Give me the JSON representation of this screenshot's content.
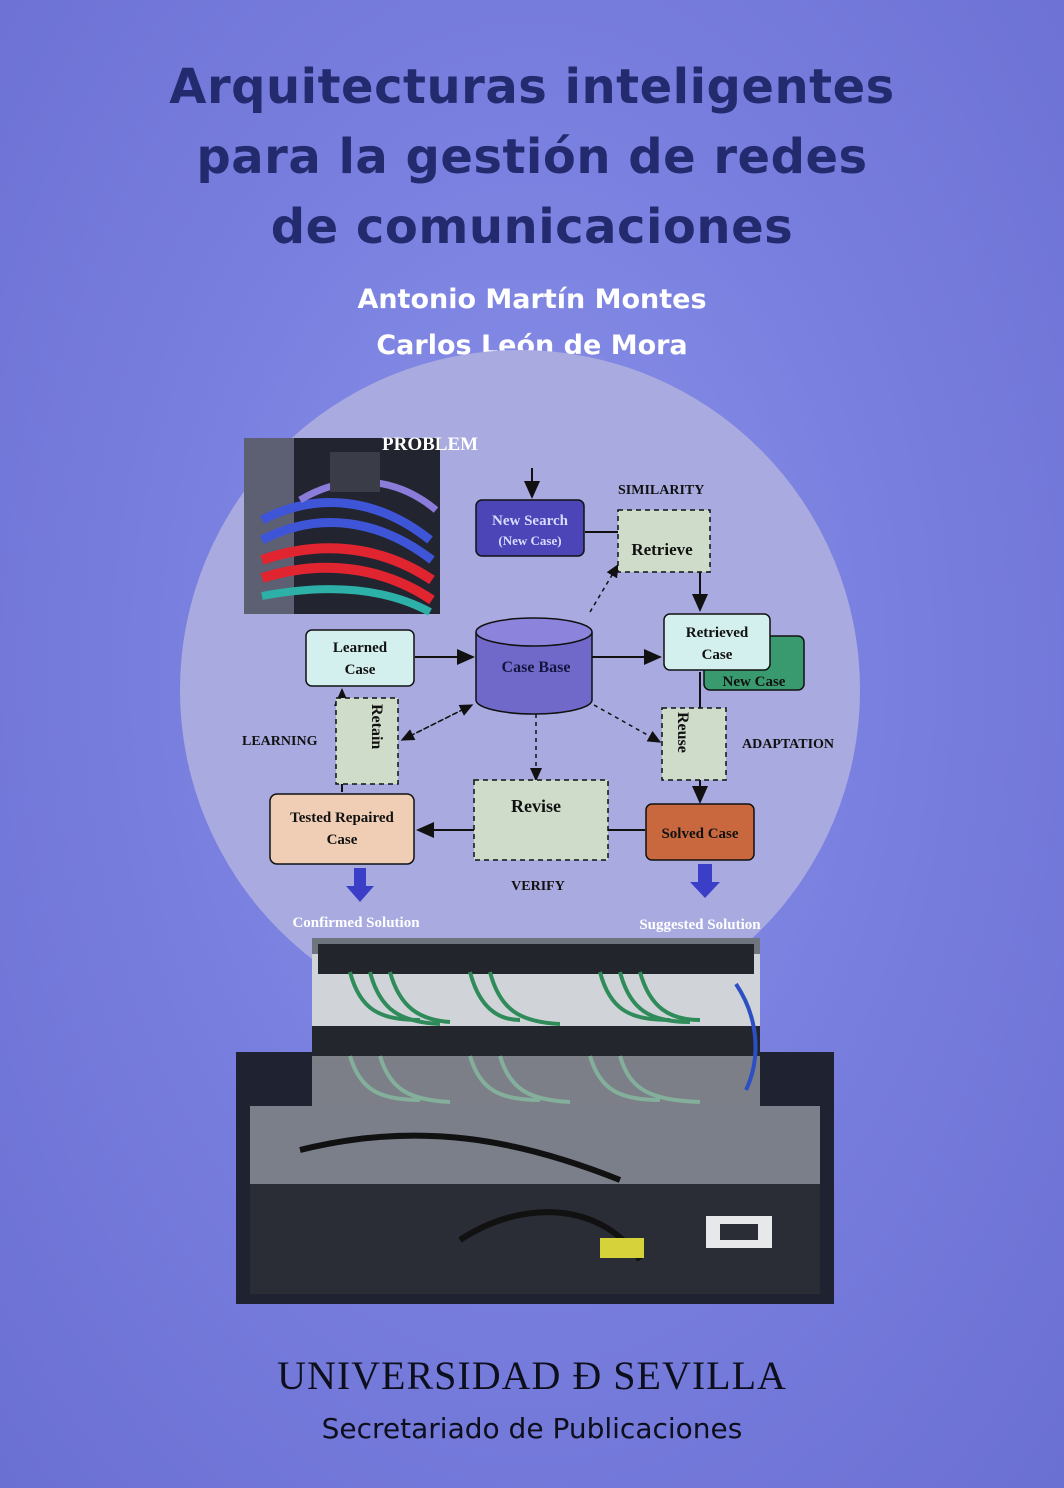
{
  "cover": {
    "title_lines": [
      "Arquitecturas inteligentes",
      "para la gestión de redes",
      "de comunicaciones"
    ],
    "authors": [
      "Antonio Martín Montes",
      "Carlos León de Mora"
    ],
    "publisher_logo": "UNIVERSIDAD Ð SEVILLA",
    "publisher_unit": "Secretariado de Publicaciones"
  },
  "diagram": {
    "problem": "PROBLEM",
    "similarity": "SIMILARITY",
    "new_search": "New Search",
    "new_case_paren": "(New Case)",
    "retrieve": "Retrieve",
    "learned_case_1": "Learned",
    "learned_case_2": "Case",
    "case_base": "Case Base",
    "retrieved_case_1": "Retrieved",
    "retrieved_case_2": "Case",
    "new_case": "New Case",
    "learning": "LEARNING",
    "retain": "Retain",
    "reuse": "Reuse",
    "adaptation": "ADAPTATION",
    "revise": "Revise",
    "tested_repaired_1": "Tested Repaired",
    "tested_repaired_2": "Case",
    "solved_case": "Solved Case",
    "verify": "VERIFY",
    "confirmed_solution": "Confirmed Solution",
    "suggested_solution": "Suggested Solution"
  },
  "colors": {
    "background": "#7a80df",
    "title": "#232a6e",
    "author": "#ffffff",
    "disc": "#a9abe0",
    "case_box": "#d4f0ee",
    "case_base": "#7169c9",
    "new_search_box": "#4c45b8",
    "new_case_box": "#3a9a6f",
    "solved_case_box": "#c9683f",
    "tested_repaired_box": "#f0cdb5",
    "dashed_box": "#cfdcc9",
    "arrow_down": "#3b3fc8"
  },
  "icons": {
    "cable_photo": "network-cables-photo",
    "rack_photo": "server-rack-photo"
  }
}
